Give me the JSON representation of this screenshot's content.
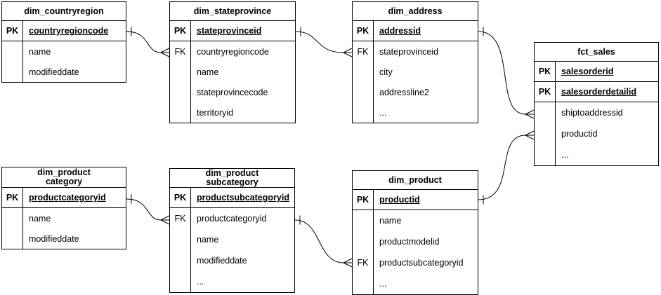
{
  "diagram": {
    "kind": "entity-relationship",
    "background_color": "#ffffff",
    "line_color": "#000000",
    "text_color": "#000000"
  },
  "tables": {
    "countryregion": {
      "title": "dim_countryregion",
      "rows": [
        {
          "key": "PK",
          "name": "countryregioncode"
        },
        {
          "key": "",
          "name": "name"
        },
        {
          "key": "",
          "name": "modifieddate"
        }
      ]
    },
    "stateprovince": {
      "title": "dim_stateprovince",
      "rows": [
        {
          "key": "PK",
          "name": "stateprovinceid"
        },
        {
          "key": "FK",
          "name": "countryregioncode"
        },
        {
          "key": "",
          "name": "name"
        },
        {
          "key": "",
          "name": "stateprovincecode"
        },
        {
          "key": "",
          "name": "territoryid"
        }
      ]
    },
    "address": {
      "title": "dim_address",
      "rows": [
        {
          "key": "PK",
          "name": "addressid"
        },
        {
          "key": "FK",
          "name": "stateprovinceid"
        },
        {
          "key": "",
          "name": "city"
        },
        {
          "key": "",
          "name": "addressline2"
        },
        {
          "key": "",
          "name": "..."
        }
      ]
    },
    "fct_sales": {
      "title": "fct_sales",
      "rows": [
        {
          "key": "PK",
          "name": "salesorderid"
        },
        {
          "key": "PK",
          "name": "salesorderdetailid"
        },
        {
          "key": "",
          "name": "shiptoaddressid"
        },
        {
          "key": "",
          "name": "productid"
        },
        {
          "key": "",
          "name": "..."
        }
      ]
    },
    "product_category": {
      "title": "dim_product\ncategory",
      "rows": [
        {
          "key": "PK",
          "name": "productcategoryid"
        },
        {
          "key": "",
          "name": "name"
        },
        {
          "key": "",
          "name": "modifieddate"
        }
      ]
    },
    "product_subcategory": {
      "title": "dim_product\nsubcategory",
      "rows": [
        {
          "key": "PK",
          "name": "productsubcategoryid"
        },
        {
          "key": "FK",
          "name": "productcategoryid"
        },
        {
          "key": "",
          "name": "name"
        },
        {
          "key": "",
          "name": "modifieddate"
        },
        {
          "key": "",
          "name": "..."
        }
      ]
    },
    "product": {
      "title": "dim_product",
      "rows": [
        {
          "key": "PK",
          "name": "productid"
        },
        {
          "key": "",
          "name": "name"
        },
        {
          "key": "",
          "name": "productmodelid"
        },
        {
          "key": "FK",
          "name": "productsubcategoryid"
        },
        {
          "key": "",
          "name": "..."
        }
      ]
    }
  },
  "relationships": [
    {
      "one": "dim_countryregion.countryregioncode",
      "many": "dim_stateprovince.countryregioncode"
    },
    {
      "one": "dim_stateprovince.stateprovinceid",
      "many": "dim_address.stateprovinceid"
    },
    {
      "one": "dim_address.addressid",
      "many": "fct_sales.shiptoaddressid"
    },
    {
      "one": "dim_product.productid",
      "many": "fct_sales.productid"
    },
    {
      "one": "dim_product category.productcategoryid",
      "many": "dim_product subcategory.productcategoryid"
    },
    {
      "one": "dim_product subcategory.productsubcategoryid",
      "many": "dim_product.productsubcategoryid"
    }
  ]
}
